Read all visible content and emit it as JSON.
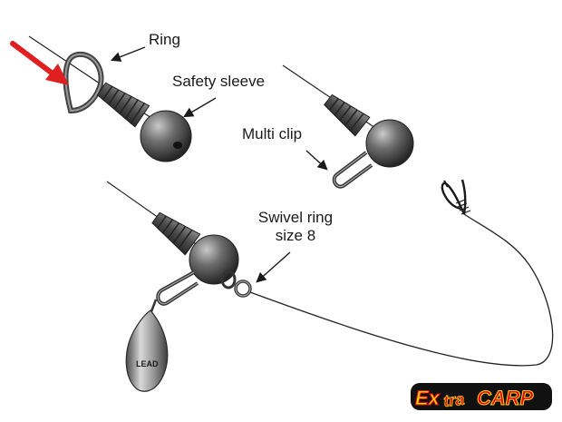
{
  "labels": {
    "ring": "Ring",
    "safety_sleeve": "Safety sleeve",
    "multi_clip": "Multi clip",
    "swivel_ring_line1": "Swivel ring",
    "swivel_ring_line2": "size 8"
  },
  "lead_text": "LEAD",
  "logo": {
    "part1": "Ex",
    "part2": "tra",
    "part3": "CARP"
  },
  "colors": {
    "arrow": "#e02020",
    "line": "#222222",
    "metal_dark": "#3a3a3a",
    "metal_mid": "#6b6b6b",
    "metal_light": "#a8a8a8",
    "logo_yellow": "#ffd400",
    "logo_red": "#e3001b"
  }
}
